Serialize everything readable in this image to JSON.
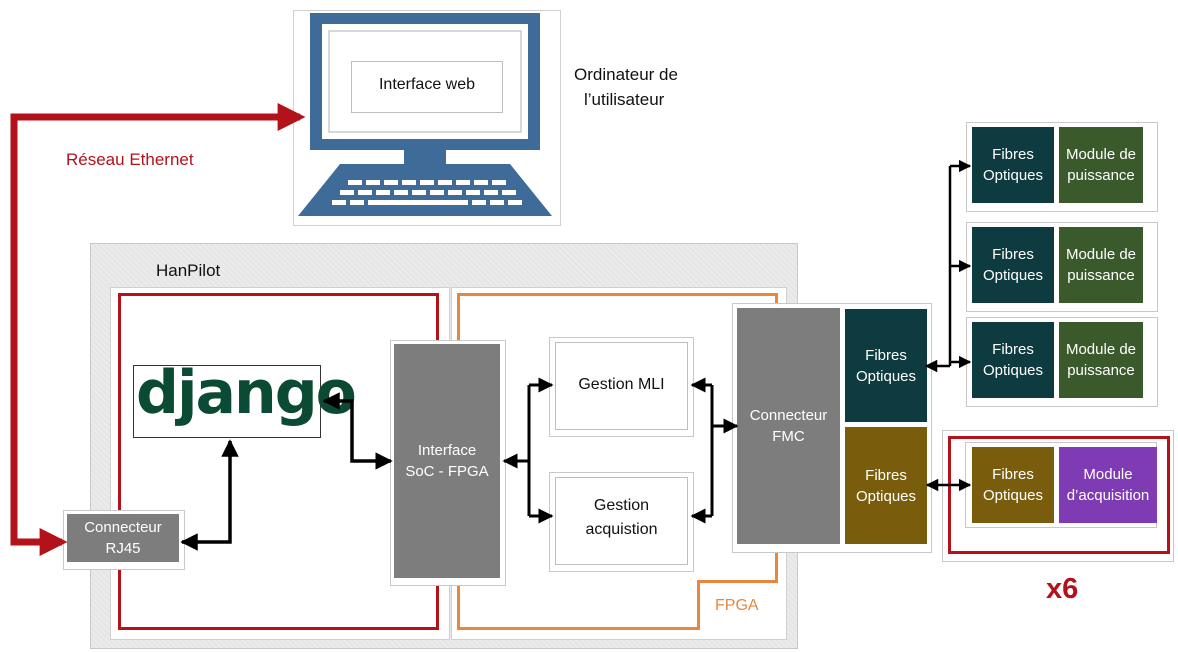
{
  "computer": {
    "screen_label": "Interface web",
    "caption_line1": "Ordinateur de",
    "caption_line2": "l’utilisateur"
  },
  "network": {
    "label": "Réseau Ethernet"
  },
  "hanpilot": {
    "title": "HanPilot"
  },
  "django": {
    "logo_text": "django"
  },
  "rj45": {
    "line1": "Connecteur",
    "line2": "RJ45"
  },
  "soc": {
    "line1": "Interface",
    "line2": "SoC - FPGA"
  },
  "mli": {
    "label": "Gestion MLI"
  },
  "acq": {
    "line1": "Gestion",
    "line2": "acquistion"
  },
  "fmc": {
    "line1": "Connecteur",
    "line2": "FMC"
  },
  "fpga": {
    "label": "FPGA"
  },
  "fmc_fibres": [
    {
      "line1": "Fibres",
      "line2": "Optiques"
    },
    {
      "line1": "Fibres",
      "line2": "Optiques"
    }
  ],
  "power_modules": [
    {
      "fibre1": "Fibres",
      "fibre2": "Optiques",
      "mod1": "Module de",
      "mod2": "puissance"
    },
    {
      "fibre1": "Fibres",
      "fibre2": "Optiques",
      "mod1": "Module de",
      "mod2": "puissance"
    },
    {
      "fibre1": "Fibres",
      "fibre2": "Optiques",
      "mod1": "Module de",
      "mod2": "puissance"
    }
  ],
  "acq_module": {
    "fibre1": "Fibres",
    "fibre2": "Optiques",
    "mod1": "Module",
    "mod2": "d’acquisition"
  },
  "multiplier": {
    "label": "x6"
  },
  "colors": {
    "red": "#b3121b",
    "orange": "#e8873c",
    "teal": "#0d3b3f",
    "green": "#3a5a2c",
    "olive": "#7a5d0c",
    "purple": "#7e3bb3",
    "grey": "#7d7d7d",
    "monitor": "#3f6b98"
  }
}
